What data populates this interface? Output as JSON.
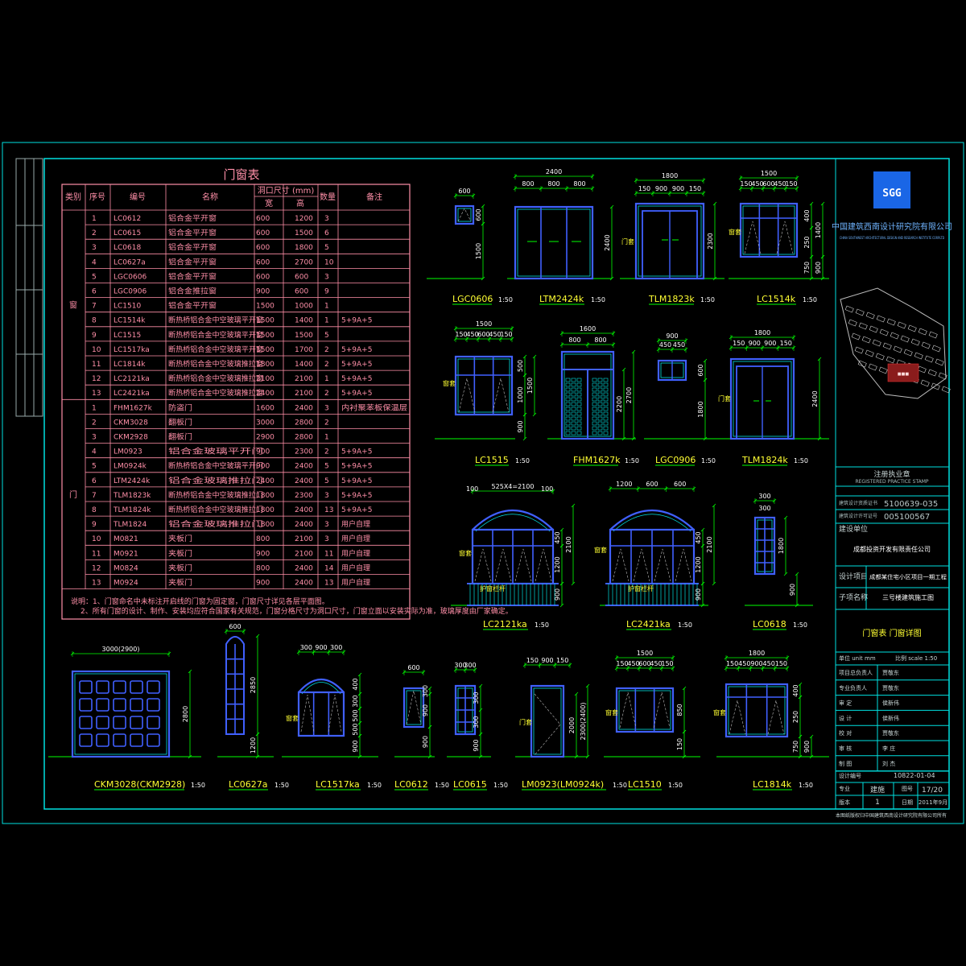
{
  "schedule": {
    "title": "门窗表",
    "headers": {
      "category": "类别",
      "index": "序号",
      "code": "编号",
      "name": "名称",
      "opening": "洞口尺寸 (mm)",
      "width": "宽",
      "height": "高",
      "qty": "数量",
      "remark": "备注"
    },
    "groups": [
      {
        "label": "窗",
        "rows": [
          [
            "1",
            "LC0612",
            "铝合金平开窗",
            "600",
            "1200",
            "3",
            ""
          ],
          [
            "2",
            "LC0615",
            "铝合金平开窗",
            "600",
            "1500",
            "6",
            ""
          ],
          [
            "3",
            "LC0618",
            "铝合金平开窗",
            "600",
            "1800",
            "5",
            ""
          ],
          [
            "4",
            "LC0627a",
            "铝合金平开窗",
            "600",
            "2700",
            "10",
            ""
          ],
          [
            "5",
            "LGC0606",
            "铝合金平开窗",
            "600",
            "600",
            "3",
            ""
          ],
          [
            "6",
            "LGC0906",
            "铝合金推拉窗",
            "900",
            "600",
            "9",
            ""
          ],
          [
            "7",
            "LC1510",
            "铝合金平开窗",
            "1500",
            "1000",
            "1",
            ""
          ],
          [
            "8",
            "LC1514k",
            "断热桥铝合金中空玻璃平开窗",
            "1500",
            "1400",
            "1",
            "5+9A+5"
          ],
          [
            "9",
            "LC1515",
            "断热桥铝合金中空玻璃平开窗",
            "1500",
            "1500",
            "5",
            ""
          ],
          [
            "10",
            "LC1517ka",
            "断热桥铝合金中空玻璃平开窗",
            "1500",
            "1700",
            "2",
            "5+9A+5"
          ],
          [
            "11",
            "LC1814k",
            "断热桥铝合金中空玻璃推拉窗",
            "1800",
            "1400",
            "2",
            "5+9A+5"
          ],
          [
            "12",
            "LC2121ka",
            "断热桥铝合金中空玻璃推拉窗",
            "2100",
            "2100",
            "1",
            "5+9A+5"
          ],
          [
            "13",
            "LC2421ka",
            "断热桥铝合金中空玻璃推拉窗",
            "2400",
            "2100",
            "2",
            "5+9A+5"
          ]
        ]
      },
      {
        "label": "门",
        "rows": [
          [
            "1",
            "FHM1627k",
            "防盗门",
            "1600",
            "2400",
            "3",
            "内衬聚苯板保温层"
          ],
          [
            "2",
            "CKM3028",
            "翻板门",
            "3000",
            "2800",
            "2",
            ""
          ],
          [
            "3",
            "CKM2928",
            "翻板门",
            "2900",
            "2800",
            "1",
            ""
          ],
          [
            "4",
            "LM0923",
            "铝合金玻璃平开门",
            "900",
            "2300",
            "2",
            "5+9A+5"
          ],
          [
            "5",
            "LM0924k",
            "断热桥铝合金中空玻璃平开门",
            "900",
            "2400",
            "5",
            "5+9A+5"
          ],
          [
            "6",
            "LTM2424k",
            "铝合金玻璃推拉门",
            "2400",
            "2400",
            "5",
            "5+9A+5"
          ],
          [
            "7",
            "TLM1823k",
            "断热桥铝合金中空玻璃推拉门",
            "1800",
            "2300",
            "3",
            "5+9A+5"
          ],
          [
            "8",
            "TLM1824k",
            "断热桥铝合金中空玻璃推拉门",
            "1800",
            "2400",
            "13",
            "5+9A+5"
          ],
          [
            "9",
            "TLM1824",
            "铝合金玻璃推拉门",
            "1800",
            "2400",
            "3",
            "用户自理"
          ],
          [
            "10",
            "M0821",
            "夹板门",
            "800",
            "2100",
            "3",
            "用户自理"
          ],
          [
            "11",
            "M0921",
            "夹板门",
            "900",
            "2100",
            "11",
            "用户自理"
          ],
          [
            "12",
            "M0824",
            "夹板门",
            "800",
            "2400",
            "14",
            "用户自理"
          ],
          [
            "13",
            "M0924",
            "夹板门",
            "900",
            "2400",
            "13",
            "用户自理"
          ]
        ]
      }
    ],
    "notes": [
      "说明：1、门窗命名中未标注开启线的门窗为固定窗，门窗尺寸详见各层平面图。",
      "2、所有门窗的设计、制作、安装均应符合国家有关规范，门窗分格尺寸为洞口尺寸，门窗立面以安装实际为准，玻璃厚度由厂家确定。"
    ]
  },
  "elevations": [
    {
      "label": "LGC0606",
      "scale": "1:50",
      "dims": [
        "600",
        "600",
        "1500"
      ]
    },
    {
      "label": "LTM2424k",
      "scale": "1:50",
      "dims": [
        "2400",
        "800",
        "800",
        "800",
        "2400"
      ]
    },
    {
      "label": "TLM1823k",
      "scale": "1:50",
      "dims": [
        "1800",
        "150",
        "900",
        "900",
        "150",
        "2300"
      ]
    },
    {
      "label": "LC1514k",
      "scale": "1:50",
      "dims": [
        "1500",
        "150",
        "450",
        "600",
        "450",
        "150",
        "400",
        "250",
        "1400",
        "750",
        "900"
      ]
    },
    {
      "label": "LC1515",
      "scale": "1:50",
      "dims": [
        "1500",
        "150",
        "450",
        "600",
        "450",
        "150",
        "500",
        "1000",
        "1500",
        "900"
      ]
    },
    {
      "label": "FHM1627k",
      "scale": "1:50",
      "dims": [
        "1600",
        "800",
        "800",
        "2200",
        "2700"
      ]
    },
    {
      "label": "LGC0906",
      "scale": "1:50",
      "dims": [
        "900",
        "450",
        "450",
        "600",
        "1800"
      ]
    },
    {
      "label": "TLM1824k",
      "scale": "1:50",
      "dims": [
        "1800",
        "150",
        "900",
        "900",
        "150",
        "2400"
      ]
    },
    {
      "label": "LC2121ka",
      "scale": "1:50",
      "dims": [
        "525X4=2100",
        "100",
        "100",
        "450",
        "1200",
        "2100",
        "900"
      ]
    },
    {
      "label": "LC2421ka",
      "scale": "1:50",
      "dims": [
        "1200",
        "600",
        "600",
        "450",
        "1200",
        "2100",
        "900"
      ]
    },
    {
      "label": "LC0618",
      "scale": "1:50",
      "dims": [
        "300",
        "300",
        "1800",
        "900"
      ]
    },
    {
      "label": "CKM3028(CKM2928)",
      "scale": "1:50",
      "dims": [
        "3000(2900)",
        "2800"
      ]
    },
    {
      "label": "LC0627a",
      "scale": "1:50",
      "dims": [
        "600",
        "2850",
        "1200"
      ]
    },
    {
      "label": "LC1517ka",
      "scale": "1:50",
      "dims": [
        "300",
        "900",
        "300",
        "400",
        "300",
        "500",
        "500",
        "900"
      ]
    },
    {
      "label": "LC0612",
      "scale": "1:50",
      "dims": [
        "600",
        "300",
        "900",
        "900"
      ]
    },
    {
      "label": "LC0615",
      "scale": "1:50",
      "dims": [
        "300",
        "300",
        "300",
        "300",
        "900"
      ]
    },
    {
      "label": "LM0923(LM0924k)",
      "scale": "1:50",
      "dims": [
        "150",
        "900",
        "150",
        "2000",
        "2300(2400)"
      ]
    },
    {
      "label": "LC1510",
      "scale": "1:50",
      "dims": [
        "1500",
        "150",
        "450",
        "600",
        "450",
        "150",
        "850",
        "150"
      ]
    },
    {
      "label": "LC1814k",
      "scale": "1:50",
      "dims": [
        "1800",
        "150",
        "450",
        "900",
        "450",
        "150",
        "400",
        "250",
        "750",
        "900"
      ]
    }
  ],
  "tags": {
    "window": "窗套",
    "door": "门套",
    "detail": "护窗栏杆"
  },
  "title_block": {
    "company_cn": "中国建筑西南设计研究院有限公司",
    "company_en": "CHINA SOUTHWEST ARCHITECTURAL DESIGN AND RESEARCH INSTITUTE CORP.LTD",
    "stamp_title": "注册执业章",
    "stamp_en": "REGISTERED PRACTICE STAMP",
    "cert_label": "建筑设计资质证书",
    "cert_no": "5100639-035",
    "license_label": "建筑设计许可证号",
    "license_no": "005100567",
    "client_label": "建设单位",
    "client": "成都投资开发有限责任公司",
    "project_label": "设计项目",
    "project": "成都某住宅小区项目一期工程",
    "drawing_label": "子项名称",
    "drawing": "三号楼建筑施工图",
    "drawing_title": "门窗表 门窗详图",
    "unit": "单位 unit mm",
    "scale": "比例 scale 1:50",
    "roles": [
      {
        "label": "项目总负责人",
        "name": "贾敬东"
      },
      {
        "label": "专业负责人",
        "name": "贾敬东"
      },
      {
        "label": "审 定",
        "name": "侯新伟"
      },
      {
        "label": "设 计",
        "name": "侯新伟"
      },
      {
        "label": "校 对",
        "name": "贾敬东"
      },
      {
        "label": "审 核",
        "name": "李 庄"
      },
      {
        "label": "制 图",
        "name": "刘 杰"
      }
    ],
    "drawing_no_label": "设计编号",
    "drawing_no": "10822-01-04",
    "phase_label": "专业",
    "phase": "建施",
    "sheet_label": "图号",
    "sheet": "17/20",
    "version_label": "版本",
    "version": "1",
    "date_label": "日期",
    "date": "2011年9月",
    "footer": "本图纸版权归中国建筑西南设计研究院有限公司所有"
  },
  "colors": {
    "frame": "#00e0e0",
    "table": "#ff8fa8",
    "dim": "#00ff00",
    "outline": "#4060ff",
    "label": "#ffff33",
    "hatch": "#00e0e0"
  }
}
